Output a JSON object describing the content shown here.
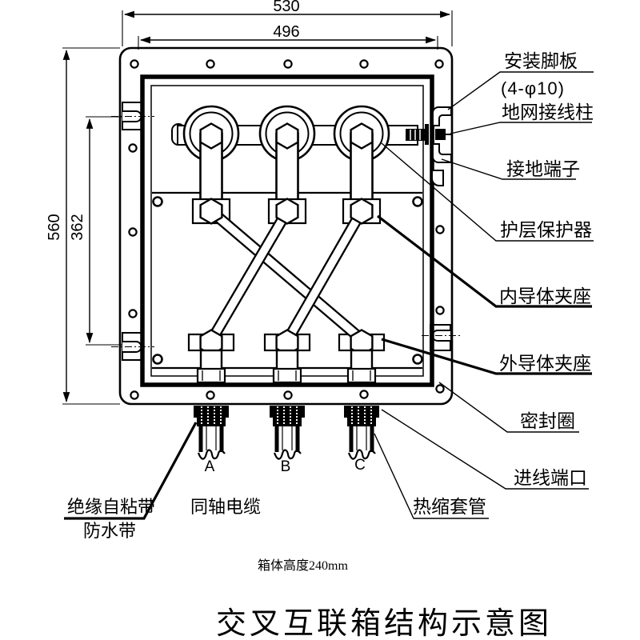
{
  "drawing": {
    "title": "交叉互联箱结构示意图",
    "note": "箱体高度240mm",
    "dimensions": {
      "outer_width": "530",
      "hole_width": "496",
      "outer_height": "560",
      "slot_height": "362"
    },
    "labels": {
      "mounting_plate": "安装脚板",
      "mounting_plate_spec": "(4-φ10)",
      "ground_grid_post": "地网接线柱",
      "ground_terminal": "接地端子",
      "sheath_protector": "护层保护器",
      "inner_conductor_clamp": "内导体夹座",
      "outer_conductor_clamp": "外导体夹座",
      "seal_ring": "密封圈",
      "inlet_port": "进线端口",
      "insulation_tape": "绝缘自粘带",
      "waterproof_tape": "防水带",
      "coaxial_cable": "同轴电缆",
      "heat_shrink_sleeve": "热缩套管"
    },
    "phases": [
      "A",
      "B",
      "C"
    ],
    "colors": {
      "line": "#000000",
      "background": "#ffffff"
    }
  }
}
